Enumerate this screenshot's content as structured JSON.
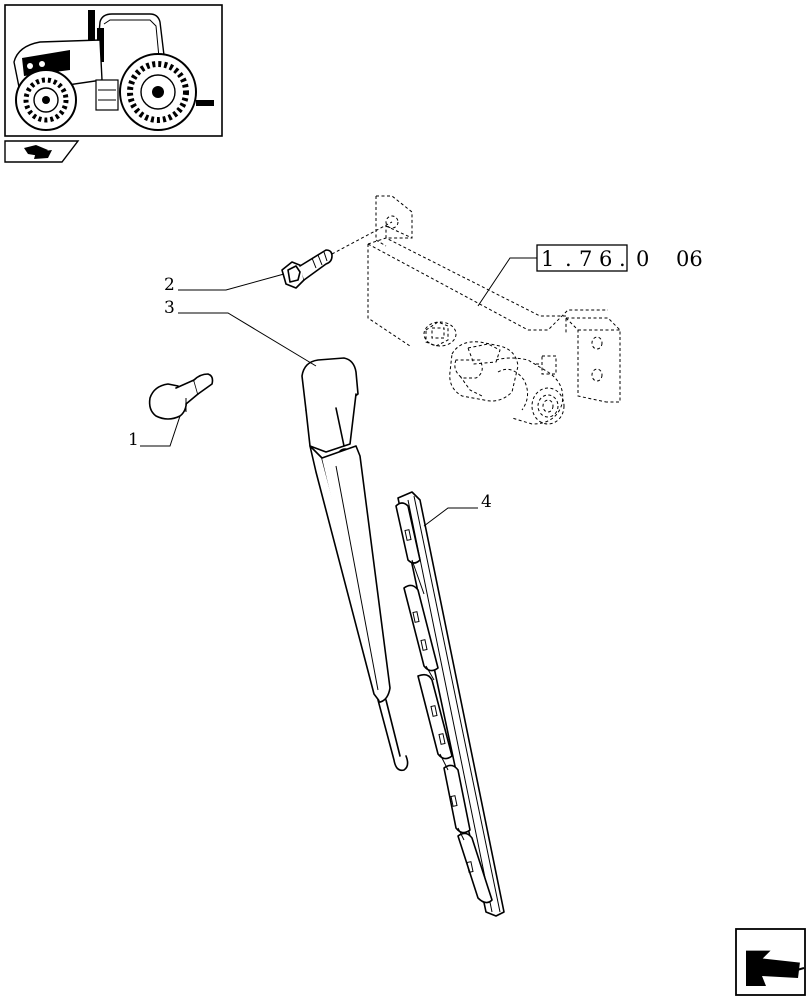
{
  "thumbnail": {
    "icon": "tractor-icon"
  },
  "section_icon": "book-section-icon",
  "reference": {
    "digits": [
      "1",
      "7",
      "6"
    ],
    "suffix_a": "0",
    "suffix_b": "06"
  },
  "callouts": [
    {
      "id": "1",
      "label": "1",
      "part": "washer-nozzle"
    },
    {
      "id": "2",
      "label": "2",
      "part": "bolt"
    },
    {
      "id": "3",
      "label": "3",
      "part": "wiper-arm"
    },
    {
      "id": "4",
      "label": "4",
      "part": "wiper-blade"
    }
  ],
  "next_page_icon": "next-page-arrow-icon"
}
